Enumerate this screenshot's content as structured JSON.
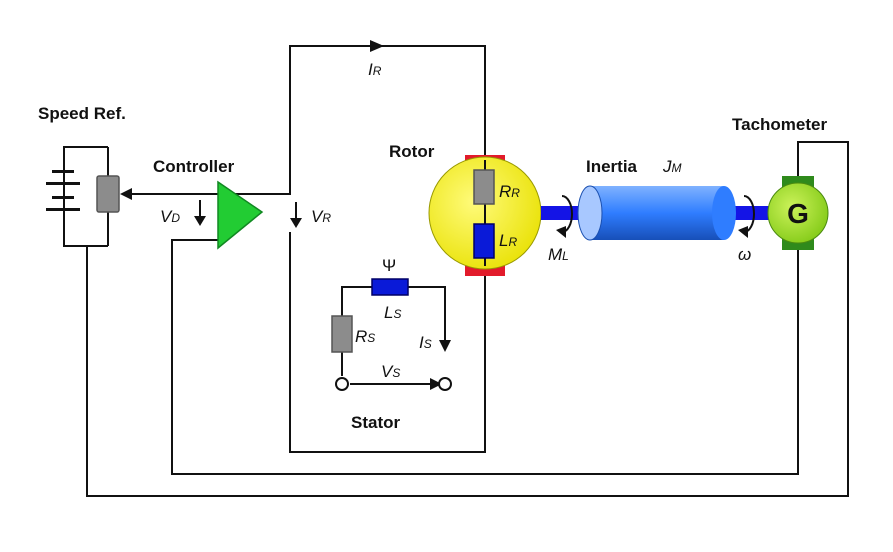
{
  "labels": {
    "speed_ref": "Speed Ref.",
    "controller": "Controller",
    "rotor": "Rotor",
    "inertia": "Inertia",
    "tachometer": "Tachometer",
    "stator": "Stator",
    "generator": "G"
  },
  "symbols": {
    "i_r": {
      "main": "I",
      "sub": "R"
    },
    "v_d": {
      "main": "V",
      "sub": "D"
    },
    "v_r": {
      "main": "V",
      "sub": "R"
    },
    "r_r": {
      "main": "R",
      "sub": "R"
    },
    "l_r": {
      "main": "L",
      "sub": "R"
    },
    "j_m": {
      "main": "J",
      "sub": "M"
    },
    "m_l": {
      "main": "M",
      "sub": "L"
    },
    "omega": "ω",
    "psi": "Ψ",
    "l_s": {
      "main": "L",
      "sub": "S"
    },
    "r_s": {
      "main": "R",
      "sub": "S"
    },
    "i_s": {
      "main": "I",
      "sub": "S"
    },
    "v_s": {
      "main": "V",
      "sub": "S"
    }
  },
  "colors": {
    "controller": "#22cc33",
    "rotor": "#f2ee1c",
    "rotor_brush": "#e21b2b",
    "inductor": "#0a1ad8",
    "resistor": "#8c8c8c",
    "shaft": "#1414e6",
    "inertia_body": "#2f7dff",
    "tacho": "#99dd22",
    "tacho_mount": "#2f8a1c",
    "wire": "#111111"
  }
}
